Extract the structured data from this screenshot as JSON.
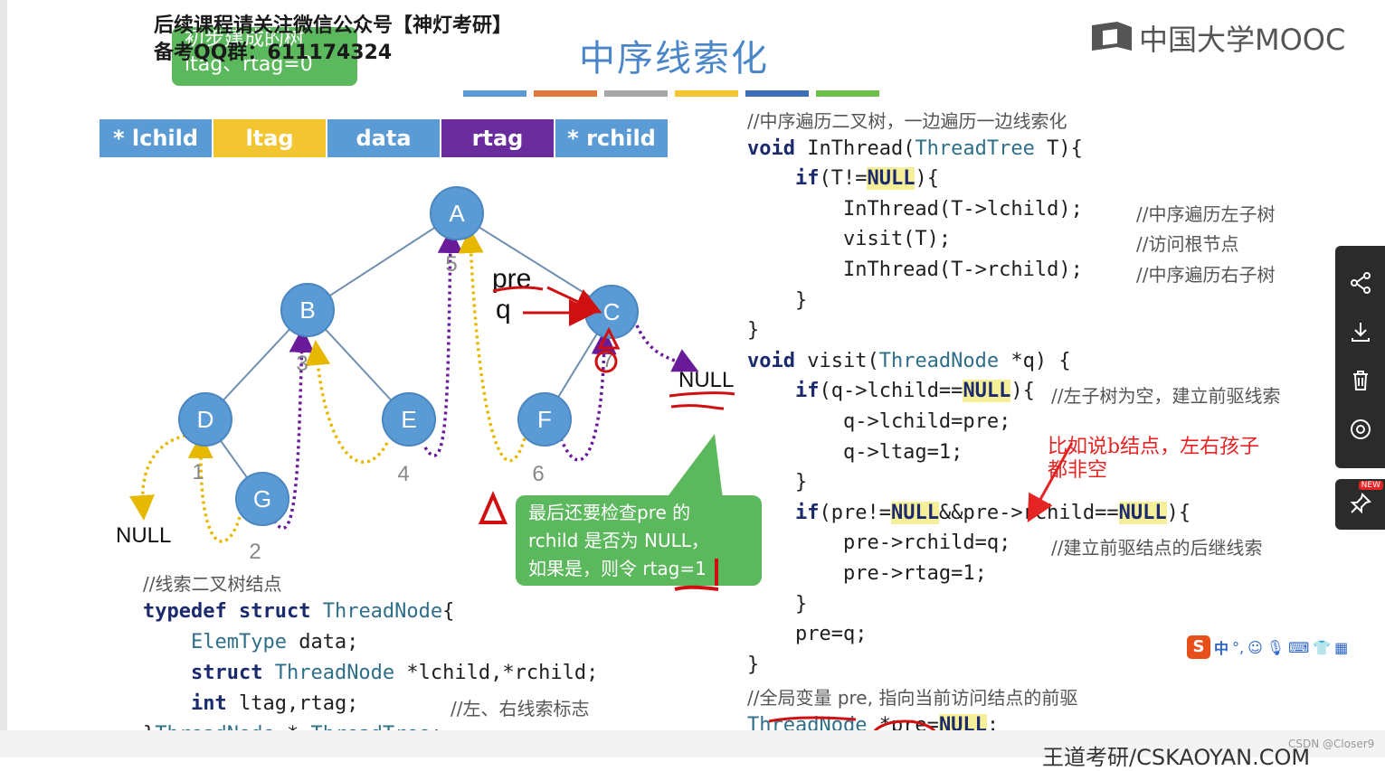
{
  "watermark": {
    "line1": "后续课程请关注微信公众号【神灯考研】",
    "line2": "备考QQ群：611174324"
  },
  "callout_top": {
    "line1": "初步建成的树",
    "line2": "ltag、rtag=0"
  },
  "slide_title": "中序线索化",
  "logo": {
    "text": "中国大学MOOC",
    "icon": "mooc-logo-icon"
  },
  "color_bars": [
    "#5b9bd5",
    "#e07a3c",
    "#a6a6a6",
    "#f2c531",
    "#3f6eb8",
    "#6cc04a"
  ],
  "struct_fields": [
    {
      "label": "* lchild",
      "color": "#5b9bd5"
    },
    {
      "label": "ltag",
      "color": "#f2c531"
    },
    {
      "label": "data",
      "color": "#5b9bd5"
    },
    {
      "label": "rtag",
      "color": "#6a2c9c"
    },
    {
      "label": "* rchild",
      "color": "#5b9bd5"
    }
  ],
  "tree": {
    "nodes": [
      "A",
      "B",
      "C",
      "D",
      "E",
      "F",
      "G"
    ],
    "null_left": "NULL",
    "null_right": "NULL",
    "order_numbers": [
      "1",
      "2",
      "3",
      "4",
      "5",
      "6",
      "7"
    ],
    "pointer_pre": "pre",
    "pointer_q": "q"
  },
  "right_code": [
    {
      "t": "//中序遍历二叉树，一边遍历一边线索化"
    },
    {
      "t": "void InThread(ThreadTree T){"
    },
    {
      "t": "    if(T!=NULL){"
    },
    {
      "t": "        InThread(T->lchild);",
      "c": "//中序遍历左子树"
    },
    {
      "t": "        visit(T);",
      "c": "//访问根节点"
    },
    {
      "t": "        InThread(T->rchild);",
      "c": "//中序遍历右子树"
    },
    {
      "t": "    }"
    },
    {
      "t": "}"
    },
    {
      "t": "void visit(ThreadNode *q) {"
    },
    {
      "t": "    if(q->lchild==NULL){",
      "c": "//左子树为空，建立前驱线索"
    },
    {
      "t": "        q->lchild=pre;"
    },
    {
      "t": "        q->ltag=1;"
    },
    {
      "t": "    }"
    },
    {
      "t": "    if(pre!=NULL&&pre->rchild==NULL){"
    },
    {
      "t": "        pre->rchild=q;",
      "c": "//建立前驱结点的后继线索"
    },
    {
      "t": "        pre->rtag=1;"
    },
    {
      "t": "    }"
    },
    {
      "t": "    pre=q;"
    },
    {
      "t": "}"
    },
    {
      "t": "//全局变量 pre, 指向当前访问结点的前驱"
    },
    {
      "t": "ThreadNode *pre=NULL;"
    }
  ],
  "left_code": [
    {
      "t": "//线索二叉树结点"
    },
    {
      "t": "typedef struct ThreadNode{"
    },
    {
      "t": "    ElemType data;"
    },
    {
      "t": "    struct ThreadNode *lchild,*rchild;"
    },
    {
      "t": "    int ltag,rtag;",
      "c": "//左、右线索标志"
    },
    {
      "t": "}ThreadNode,* ThreadTree;"
    }
  ],
  "red_note": {
    "line1": "比如说b结点，左右孩子",
    "line2": "都非空"
  },
  "green_callout": {
    "line1": "最后还要检查pre 的",
    "line2": "rchild 是否为 NULL，",
    "line3": "如果是，则令 rtag=1"
  },
  "side_toolbar": [
    "share-icon",
    "download-icon",
    "delete-icon",
    "record-icon"
  ],
  "side_pin": {
    "icon": "pin-icon",
    "badge": "NEW"
  },
  "ime_bar": {
    "logo": "S",
    "label": "中"
  },
  "bottom_site": "王道考研/CSKAOYAN.COM",
  "csdn": "CSDN @Closer9"
}
